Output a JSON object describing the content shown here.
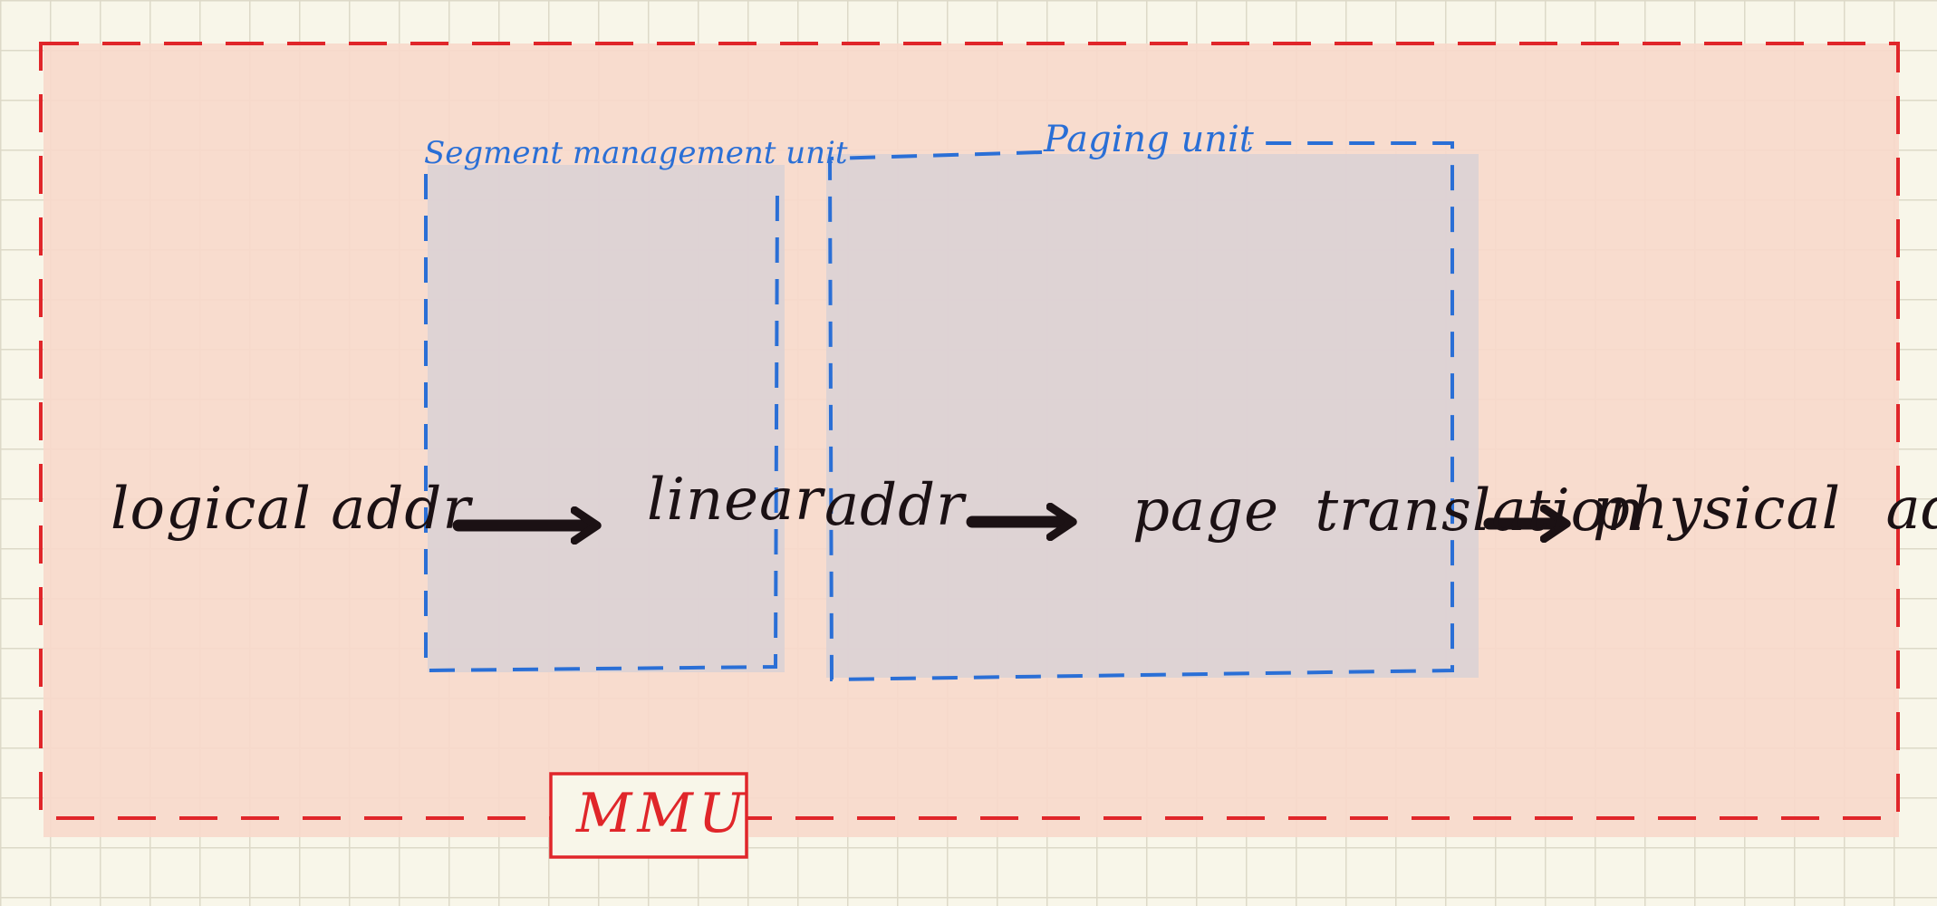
{
  "diagram": {
    "mmu_label": "MMU",
    "segment_unit_label": "Segment management unit",
    "paging_unit_label": "Paging unit",
    "logical_addr_label": "logical addr",
    "linear_label": "linear",
    "addr_label": "addr",
    "page_translation_label": "page translation",
    "physical_addr_label": "physical addr"
  },
  "colors": {
    "mmu_border": "#e0262a",
    "mmu_fill": "#f7d9cb",
    "unit_border": "#2a6fd6",
    "unit_fill": "#dcd2d4",
    "ink": "#1b1114",
    "grid": "#ddd9c8",
    "paper": "#f8f6e9"
  }
}
